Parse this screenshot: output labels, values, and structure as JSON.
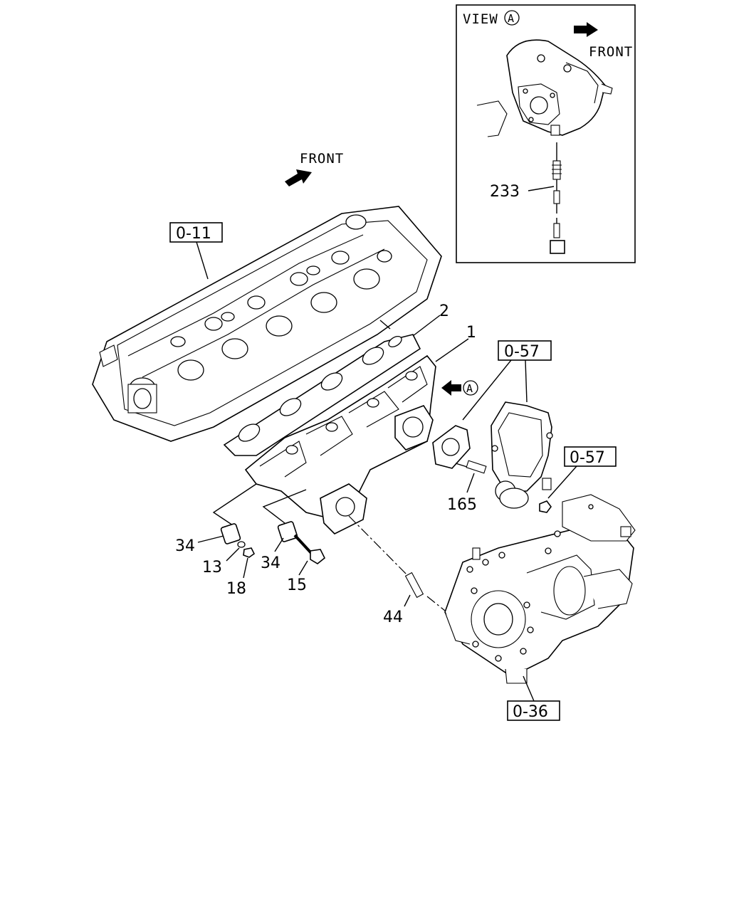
{
  "view_panel": {
    "title": "VIEW",
    "marker": "A",
    "front_label": "FRONT",
    "part_233": "233"
  },
  "main": {
    "front_label": "FRONT",
    "view_marker": "A"
  },
  "references": {
    "cylinder_head": "0-11",
    "manifold_flange": "0-57",
    "turbo_nut": "0-57",
    "turbocharger": "0-36"
  },
  "callouts": {
    "p1": "1",
    "p2": "2",
    "p165": "165",
    "p34a": "34",
    "p34b": "34",
    "p13": "13",
    "p18": "18",
    "p15": "15",
    "p44": "44"
  }
}
